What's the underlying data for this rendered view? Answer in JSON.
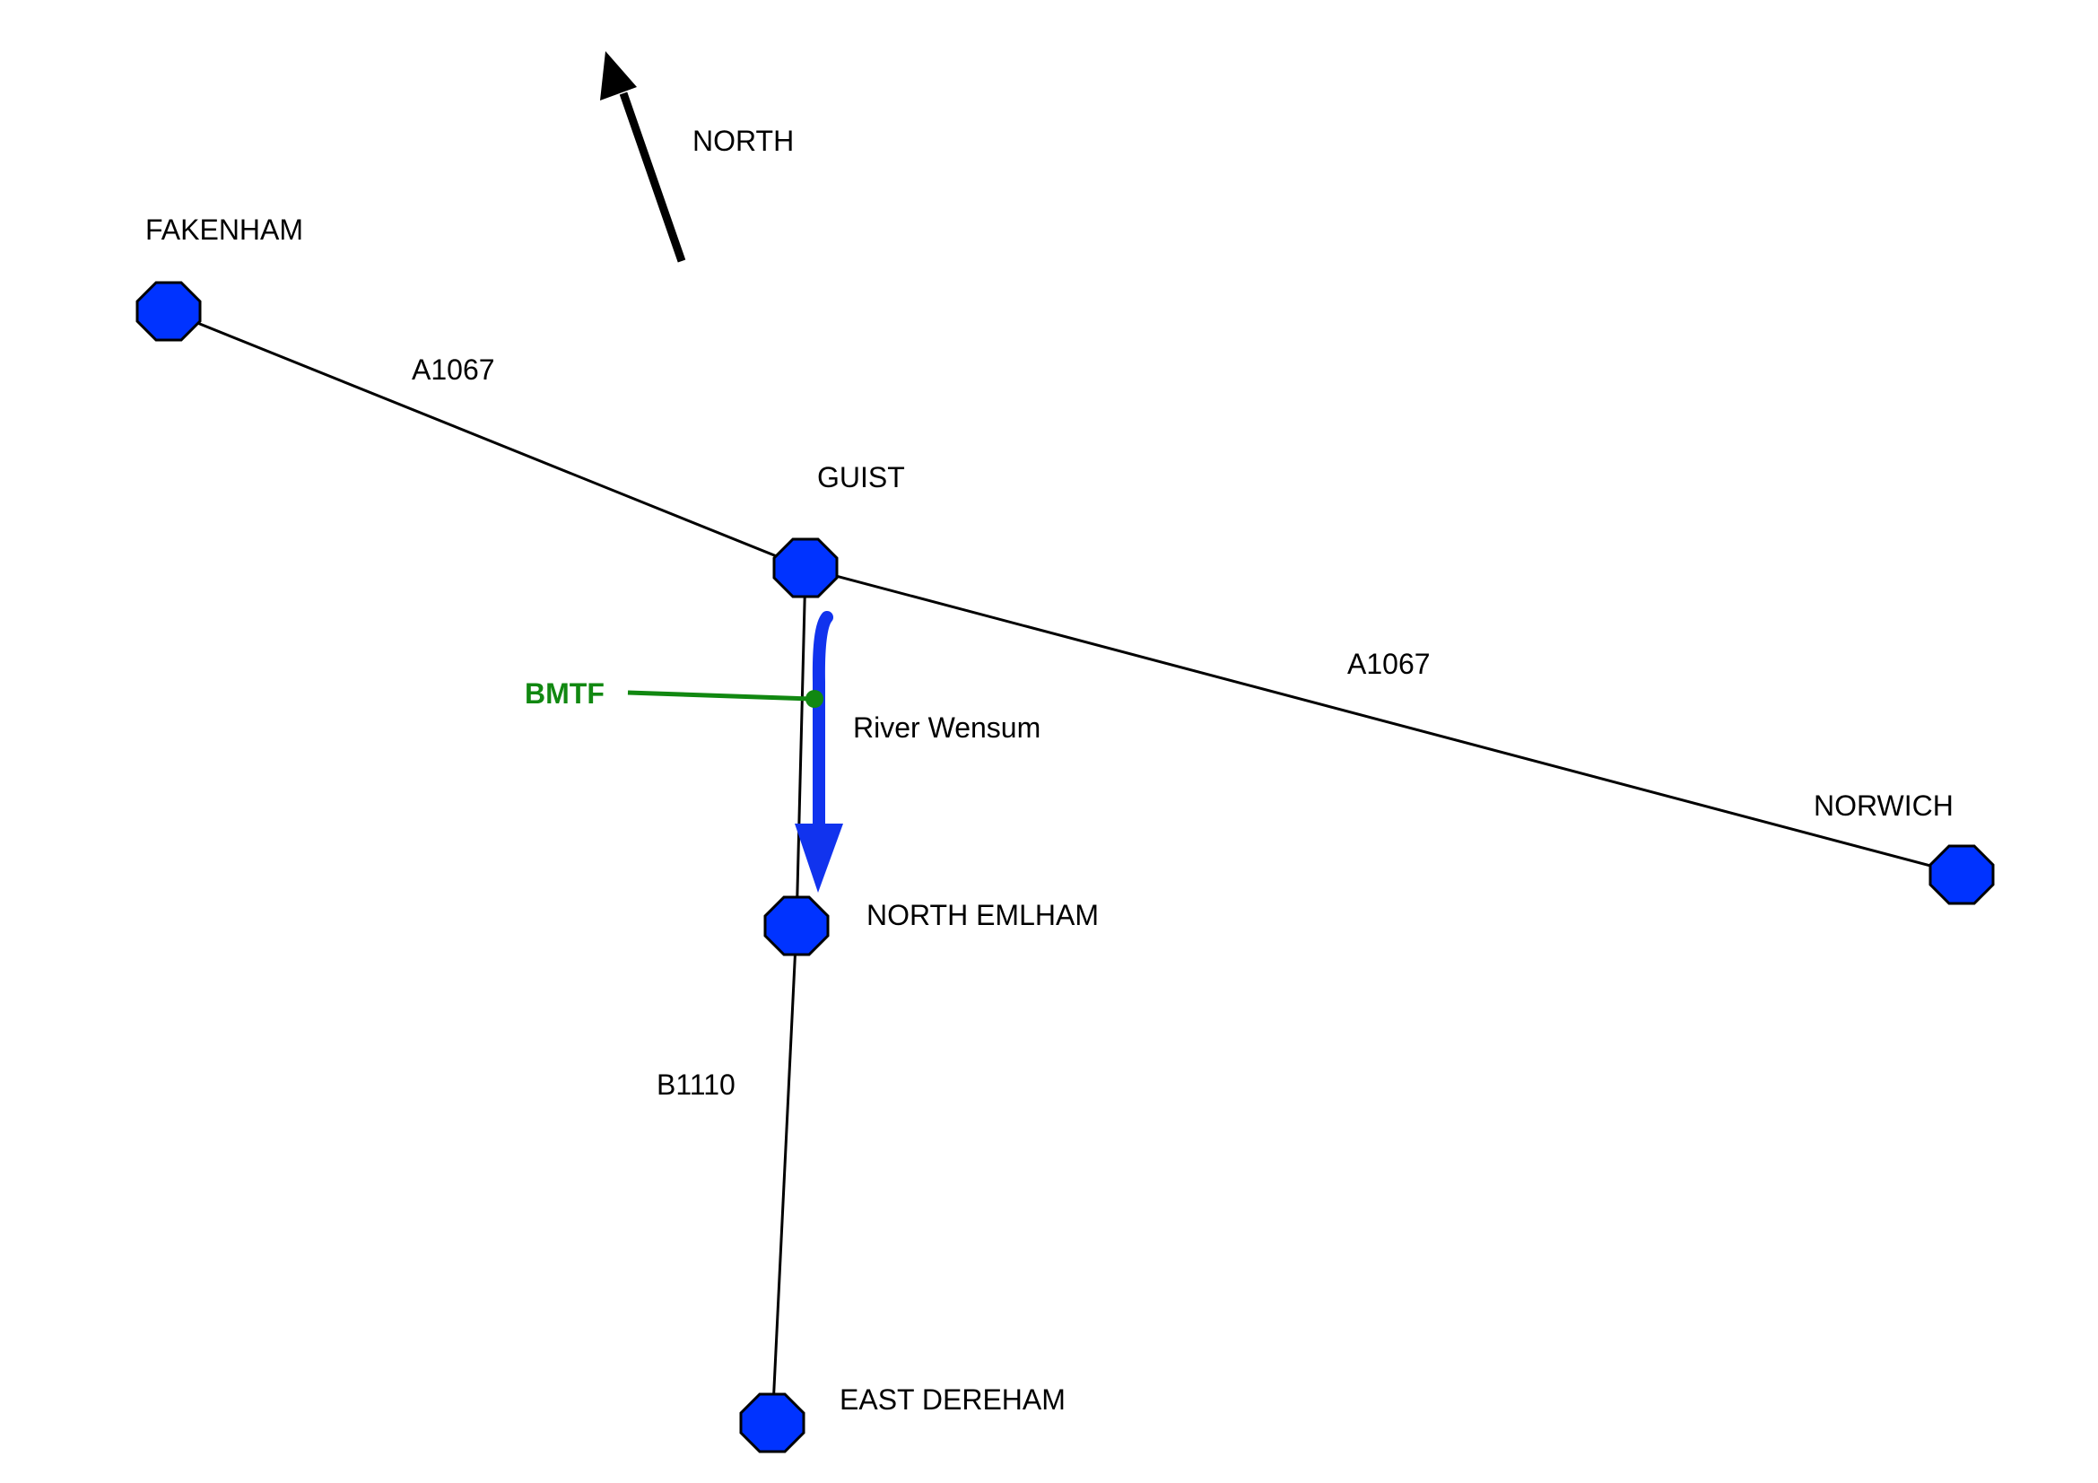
{
  "compass": {
    "label": "NORTH"
  },
  "towns": {
    "fakenham": "FAKENHAM",
    "guist": "GUIST",
    "norwich": "NORWICH",
    "north_elmham": "NORTH EMLHAM",
    "east_dereham": "EAST DEREHAM"
  },
  "roads": {
    "a1067_west": "A1067",
    "a1067_east": "A1067",
    "b1110": "B1110"
  },
  "river": {
    "label": "River Wensum"
  },
  "site": {
    "label": "BMTF"
  },
  "colors": {
    "town_marker": "#0033ff",
    "river_arrow": "#1133ee",
    "site_marker": "#118811",
    "road": "#000000"
  }
}
